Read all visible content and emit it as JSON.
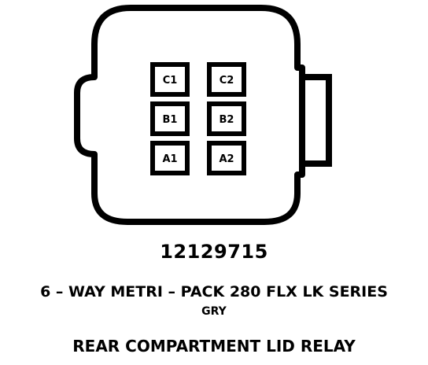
{
  "connector": {
    "part_number": "12129715",
    "description": "6 – WAY METRI – PACK 280 FLX LK SERIES",
    "color": "GRY",
    "component": "REAR COMPARTMENT LID RELAY",
    "terminals": [
      {
        "id": "C1",
        "label": "C1"
      },
      {
        "id": "C2",
        "label": "C2"
      },
      {
        "id": "B1",
        "label": "B1"
      },
      {
        "id": "B2",
        "label": "B2"
      },
      {
        "id": "A1",
        "label": "A1"
      },
      {
        "id": "A2",
        "label": "A2"
      }
    ]
  }
}
